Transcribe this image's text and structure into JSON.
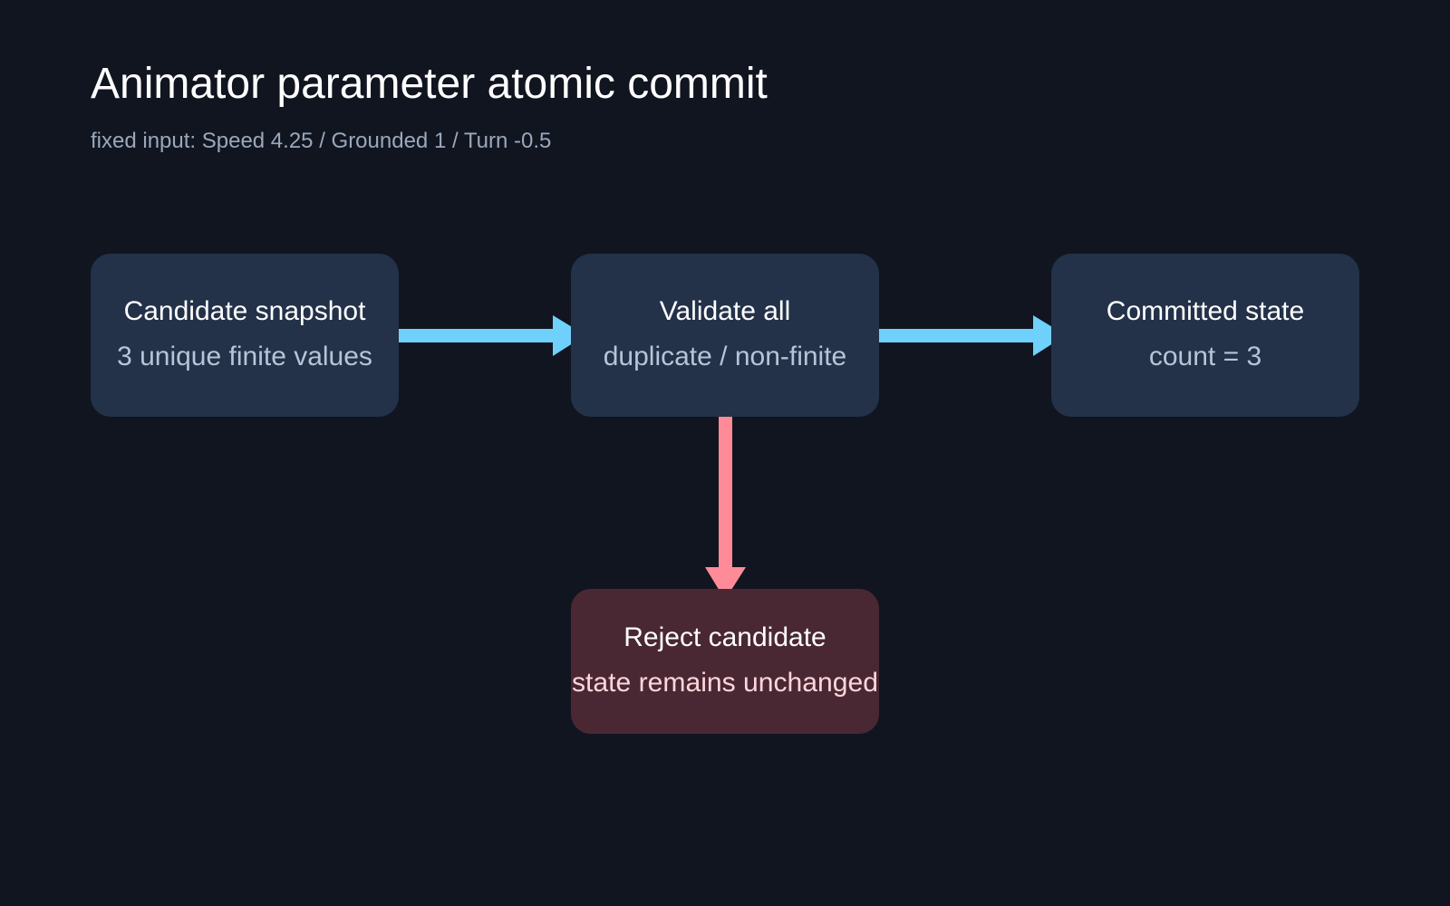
{
  "title": "Animator parameter atomic commit",
  "subtitle": "fixed input: Speed 4.25 / Grounded 1 / Turn -0.5",
  "colors": {
    "background": "#111520",
    "node_fill": "#233149",
    "reject_fill": "#4a2833",
    "flow_arrow": "#6fd0fb",
    "reject_arrow": "#ff8b98",
    "node_subtext": "#b7c4d8",
    "reject_subtext": "#ffd6dc"
  },
  "nodes": {
    "candidate": {
      "title": "Candidate snapshot",
      "subtitle": "3 unique finite values"
    },
    "validate": {
      "title": "Validate all",
      "subtitle": "duplicate / non-finite"
    },
    "committed": {
      "title": "Committed state",
      "subtitle": "count = 3"
    },
    "reject": {
      "title": "Reject candidate",
      "subtitle": "state remains unchanged"
    }
  }
}
